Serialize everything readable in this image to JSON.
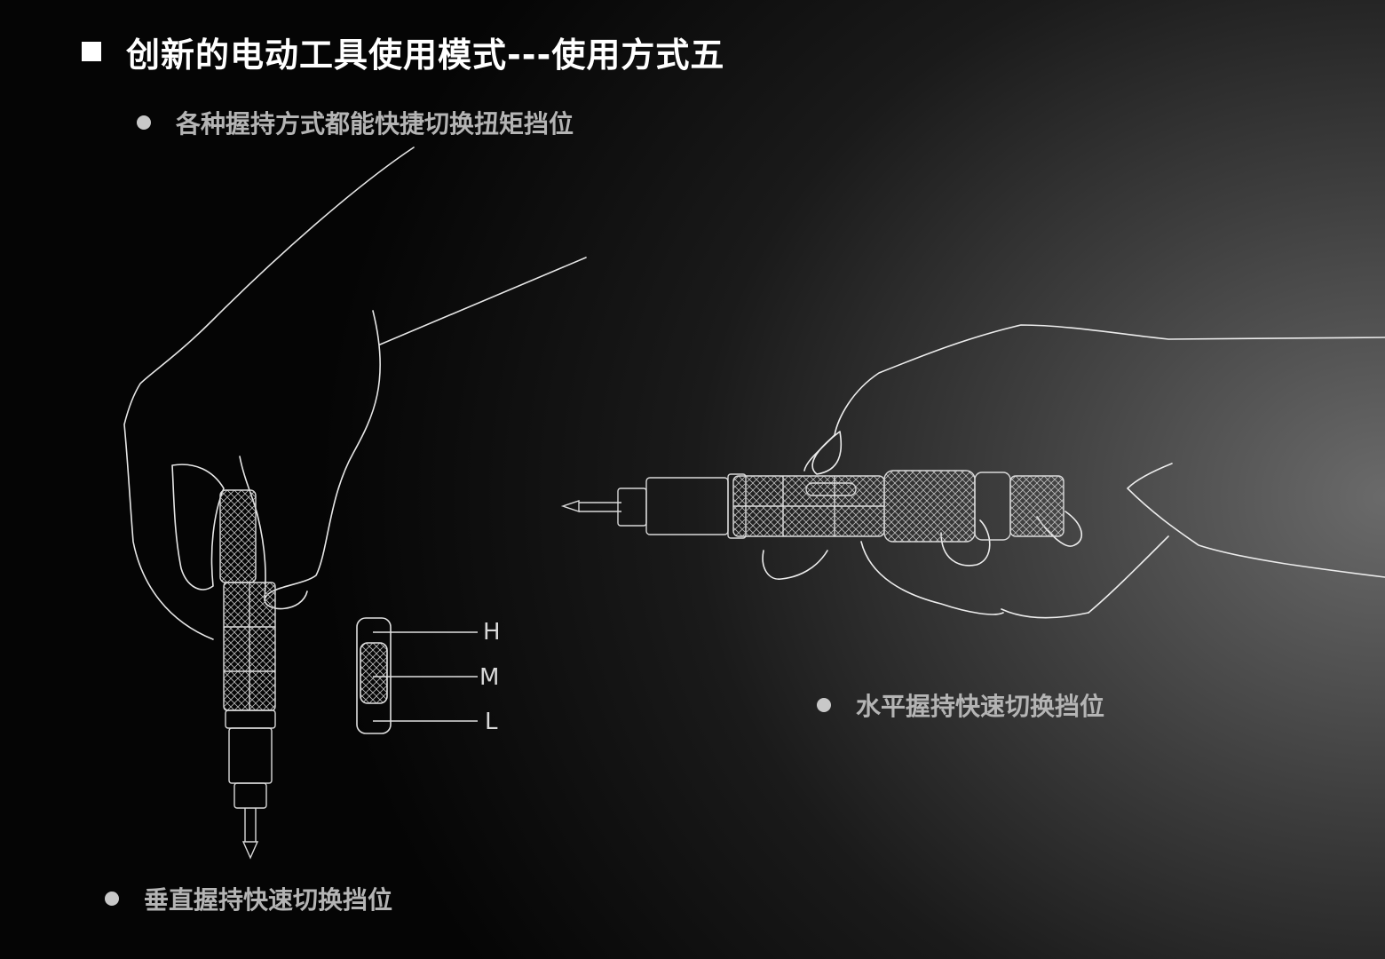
{
  "title": "创新的电动工具使用模式---使用方式五",
  "bullets": {
    "grip_switch": "各种握持方式都能快捷切换扭矩挡位",
    "horizontal": "水平握持快速切换挡位",
    "vertical": "垂直握持快速切换挡位"
  },
  "dial": {
    "high": "H",
    "mid": "M",
    "low": "L"
  },
  "icons": {
    "title_marker": "square-bullet-icon",
    "bullet_marker": "circle-bullet-icon"
  },
  "colors": {
    "title": "#ffffff",
    "bullet_text": "#b4b4b4",
    "line_art": "#e6e6e6"
  }
}
